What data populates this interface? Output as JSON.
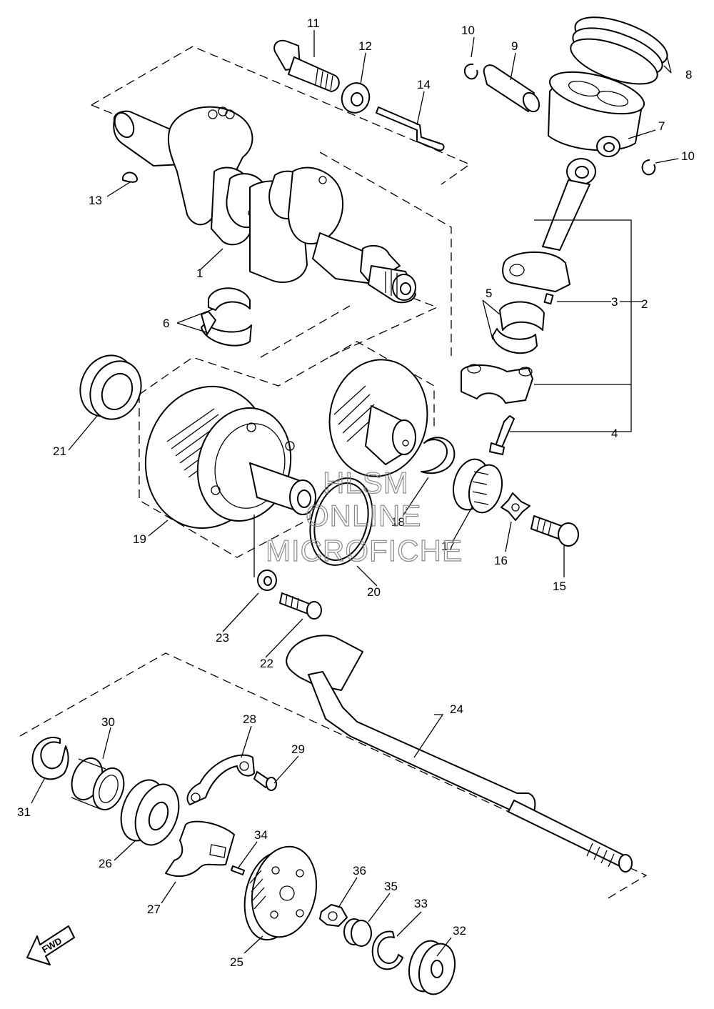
{
  "diagram": {
    "callouts": [
      "1",
      "2",
      "3",
      "4",
      "5",
      "6",
      "7",
      "8",
      "9",
      "10",
      "10",
      "11",
      "12",
      "13",
      "14",
      "15",
      "16",
      "17",
      "18",
      "19",
      "20",
      "21",
      "22",
      "23",
      "24",
      "25",
      "26",
      "27",
      "28",
      "29",
      "30",
      "31",
      "32",
      "33",
      "34",
      "35",
      "36"
    ],
    "watermark": [
      "HLSM",
      "ONLINE",
      "MICROFICHE"
    ],
    "direction_label": "FWD"
  }
}
